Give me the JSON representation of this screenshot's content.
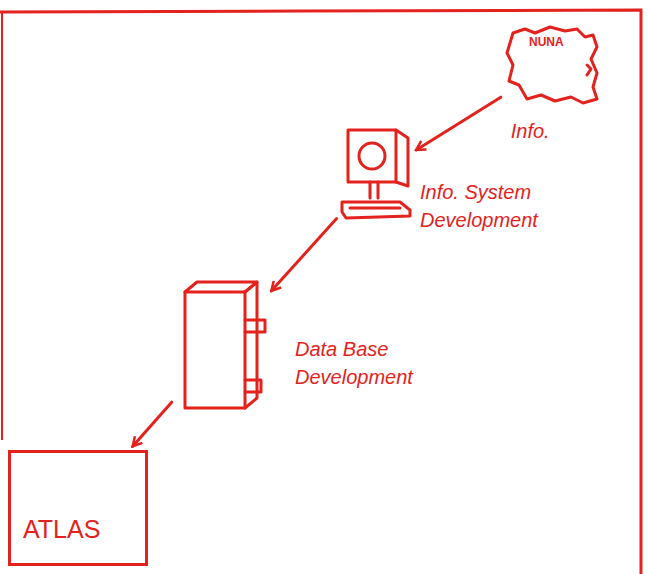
{
  "diagram": {
    "nodes": [
      {
        "text": [
          "NUNA"
        ]
      },
      {
        "text": [
          "Info. System Development"
        ]
      },
      {
        "text": [
          "Data Base Development"
        ]
      },
      {
        "text": [
          "ATLAS"
        ]
      }
    ],
    "edges": [
      {
        "from": 0,
        "to": 1,
        "arrow": "to",
        "label": "Info."
      },
      {
        "from": 1,
        "to": 2,
        "arrow": "to"
      },
      {
        "from": 2,
        "to": 3,
        "arrow": "to"
      }
    ]
  }
}
